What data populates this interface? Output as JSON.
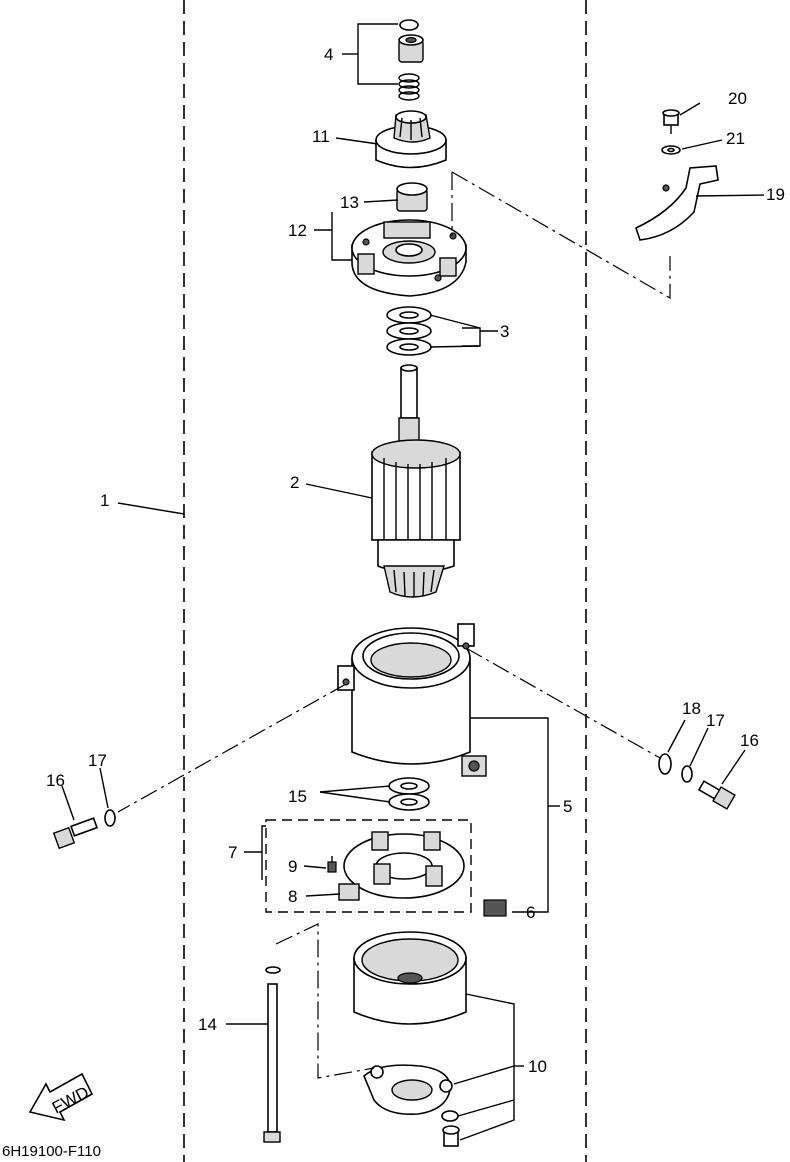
{
  "diagram": {
    "drawing_code": "6H19100-F110",
    "direction_label": "FWD",
    "callouts": [
      {
        "id": "1",
        "label": "1"
      },
      {
        "id": "2",
        "label": "2"
      },
      {
        "id": "3",
        "label": "3"
      },
      {
        "id": "4",
        "label": "4"
      },
      {
        "id": "5",
        "label": "5"
      },
      {
        "id": "6",
        "label": "6"
      },
      {
        "id": "7",
        "label": "7"
      },
      {
        "id": "8",
        "label": "8"
      },
      {
        "id": "9",
        "label": "9"
      },
      {
        "id": "10",
        "label": "10"
      },
      {
        "id": "11",
        "label": "11"
      },
      {
        "id": "12",
        "label": "12"
      },
      {
        "id": "13",
        "label": "13"
      },
      {
        "id": "14",
        "label": "14"
      },
      {
        "id": "15",
        "label": "15"
      },
      {
        "id": "16a",
        "label": "16"
      },
      {
        "id": "16b",
        "label": "16"
      },
      {
        "id": "17a",
        "label": "17"
      },
      {
        "id": "17b",
        "label": "17"
      },
      {
        "id": "18",
        "label": "18"
      },
      {
        "id": "19",
        "label": "19"
      },
      {
        "id": "20",
        "label": "20"
      },
      {
        "id": "21",
        "label": "21"
      }
    ]
  }
}
